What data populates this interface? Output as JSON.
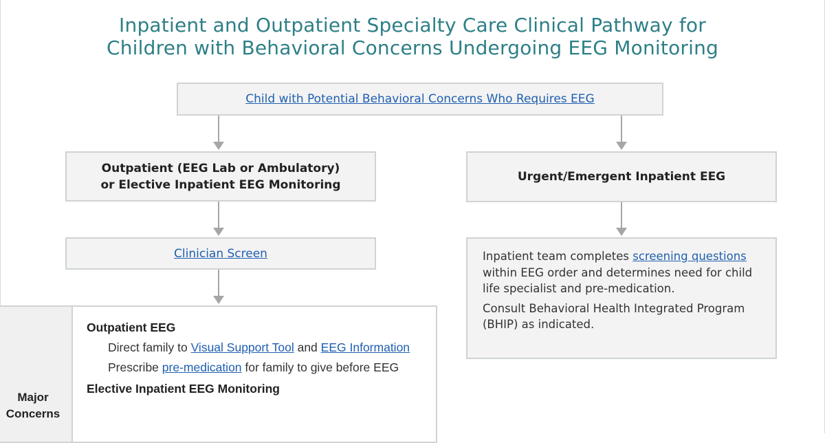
{
  "title": {
    "line1": "Inpatient and Outpatient Specialty Care Clinical Pathway for",
    "line2": "Children with Behavioral Concerns Undergoing EEG Monitoring"
  },
  "top_box": {
    "link": "Child with Potential Behavioral Concerns Who Requires EEG"
  },
  "outpatient_box": {
    "line1": "Outpatient (EEG Lab or Ambulatory)",
    "line2": "or Elective Inpatient EEG Monitoring"
  },
  "urgent_box": {
    "label": "Urgent/Emergent Inpatient EEG"
  },
  "clinician_screen": {
    "link": "Clinician Screen"
  },
  "inpatient_team": {
    "p1_before": "Inpatient team completes ",
    "p1_link": "screening questions",
    "p1_after": " within EEG order and determines need for child life specialist and pre-medication.",
    "p2": "Consult Behavioral Health Integrated Program (BHIP) as indicated."
  },
  "major_concerns": {
    "side_label_1": "Major",
    "side_label_2": "Concerns",
    "outpatient_heading": "Outpatient EEG",
    "item1_before": "Direct family to ",
    "item1_link1": "Visual Support Tool",
    "item1_mid": " and ",
    "item1_link2": "EEG Information",
    "item2_before": "Prescribe ",
    "item2_link": "pre-medication",
    "item2_after": " for family to give before EEG",
    "elective_heading": "Elective Inpatient EEG Monitoring"
  },
  "colors": {
    "title": "#2e7f86",
    "link": "#1f5fb0",
    "box_fill": "#f3f3f3",
    "box_border": "#cfd3d3",
    "arrow": "#a6a6a6"
  }
}
